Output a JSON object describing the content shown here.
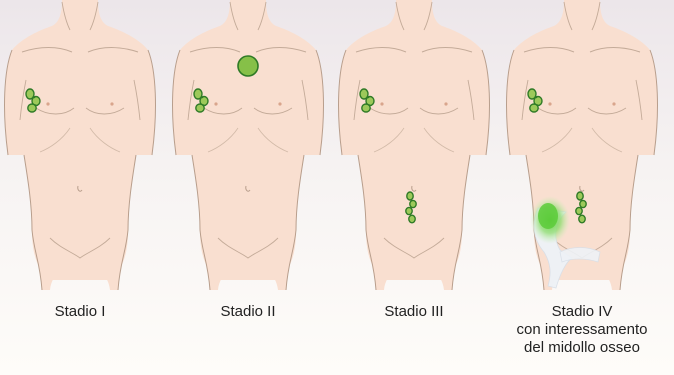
{
  "colors": {
    "skin": "#f9dfd0",
    "skin_line": "#b89e8c",
    "node_fill": "#9cc95a",
    "node_stroke": "#2f7a26",
    "node_large": "#86c048",
    "marrow_green": "#6cd048",
    "pelvis_bone": "#eef2f7",
    "background_top": "#ece6ea",
    "background_bottom": "#fefcf9"
  },
  "stages": [
    {
      "label": "Stadio I",
      "detail_lines": [],
      "icons": [
        "axillary-lymph-node-icon"
      ]
    },
    {
      "label": "Stadio II",
      "detail_lines": [],
      "icons": [
        "axillary-lymph-node-icon",
        "cervical-lymph-node-mass-icon"
      ]
    },
    {
      "label": "Stadio III",
      "detail_lines": [],
      "icons": [
        "axillary-lymph-node-icon",
        "abdominal-lymph-node-icon"
      ]
    },
    {
      "label": "Stadio IV",
      "detail_lines": [
        "con interessamento",
        "del midollo osseo"
      ],
      "icons": [
        "axillary-lymph-node-icon",
        "abdominal-lymph-node-icon",
        "pelvic-bone-marrow-icon"
      ]
    }
  ]
}
